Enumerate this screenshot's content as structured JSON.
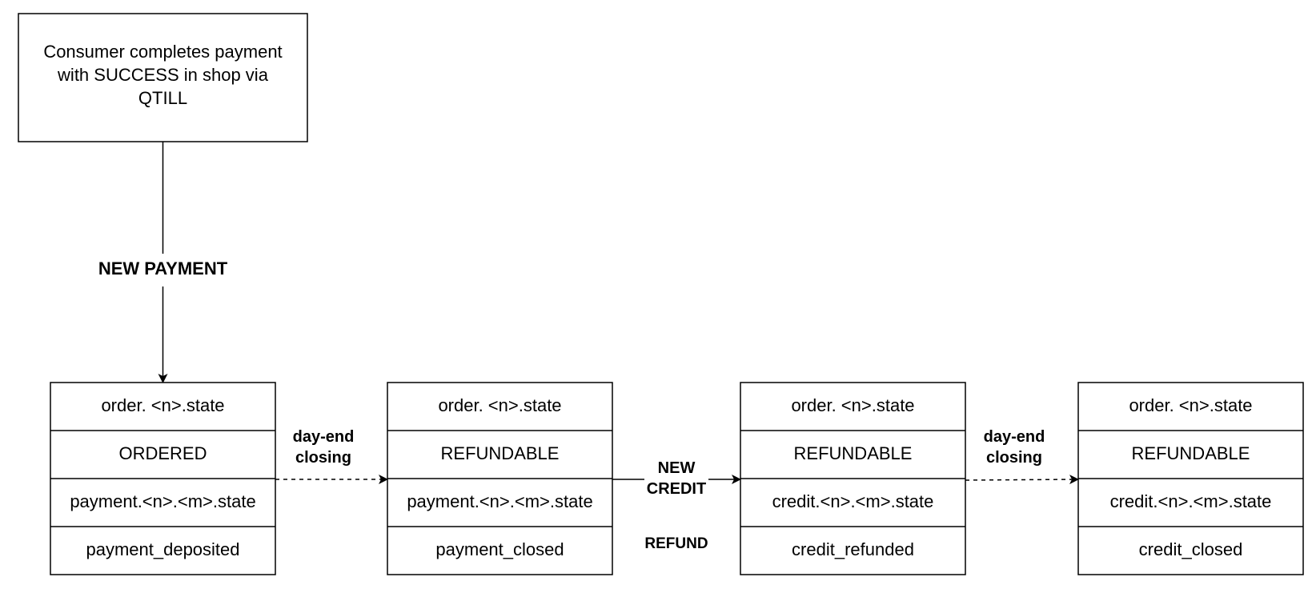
{
  "start_box": {
    "line1": "Consumer completes payment",
    "line2": "with SUCCESS in shop via",
    "line3": "QTILL"
  },
  "edge_labels": {
    "new_payment": "NEW PAYMENT",
    "day_end_1_line1": "day-end",
    "day_end_1_line2": "closing",
    "new_credit_line1": "NEW",
    "new_credit_line2": "CREDIT",
    "refund": "REFUND",
    "day_end_2_line1": "day-end",
    "day_end_2_line2": "closing"
  },
  "state_boxes": [
    {
      "row1": "order. <n>.state",
      "row2": "ORDERED",
      "row3": "payment.<n>.<m>.state",
      "row4": "payment_deposited"
    },
    {
      "row1": "order. <n>.state",
      "row2": "REFUNDABLE",
      "row3": "payment.<n>.<m>.state",
      "row4": "payment_closed"
    },
    {
      "row1": "order. <n>.state",
      "row2": "REFUNDABLE",
      "row3": "credit.<n>.<m>.state",
      "row4": "credit_refunded"
    },
    {
      "row1": "order. <n>.state",
      "row2": "REFUNDABLE",
      "row3": "credit.<n>.<m>.state",
      "row4": "credit_closed"
    }
  ]
}
